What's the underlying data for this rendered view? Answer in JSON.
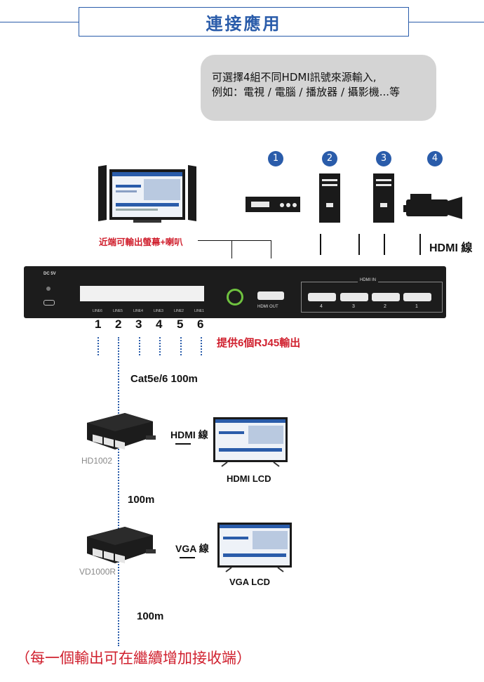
{
  "header": {
    "title": "連接應用"
  },
  "callout": {
    "line1": "可選擇4組不同HDMI訊號來源輸入,",
    "line2": "例如：電視 / 電腦 / 播放器 / 攝影機...等"
  },
  "sources": [
    {
      "num": "1",
      "icon": "settop-box-icon"
    },
    {
      "num": "2",
      "icon": "computer-tower-icon"
    },
    {
      "num": "3",
      "icon": "computer-tower-icon"
    },
    {
      "num": "4",
      "icon": "video-camera-icon"
    }
  ],
  "labels": {
    "near_display": "近端可輸出螢幕+喇叭",
    "hdmi_cable": "HDMI 線",
    "rj45_note": "提供6個RJ45輸出",
    "cat_cable": "Cat5e/6 100m",
    "dist1": "100m",
    "dist2": "100m",
    "footer": "（每一個輸出可在繼續增加接收端）"
  },
  "device": {
    "dc_label": "DC  5V",
    "lines": [
      "LINE6",
      "LINE5",
      "LINE4",
      "LINE3",
      "LINE2",
      "LINE1"
    ],
    "hdmi_out": "HDMI OUT",
    "hdmi_in": "HDMI IN",
    "hdmi_in_ports": [
      "4",
      "3",
      "2",
      "1"
    ]
  },
  "port_numbers": [
    "1",
    "2",
    "3",
    "4",
    "5",
    "6"
  ],
  "receivers": [
    {
      "model": "HD1002",
      "cable": "HDMI 線",
      "display": "HDMI LCD"
    },
    {
      "model": "VD1000R",
      "cable": "VGA 線",
      "display": "VGA LCD"
    }
  ],
  "colors": {
    "accent": "#2a5caa",
    "red": "#d0202e",
    "bubble": "#d4d4d4",
    "device": "#1c1c1c"
  }
}
